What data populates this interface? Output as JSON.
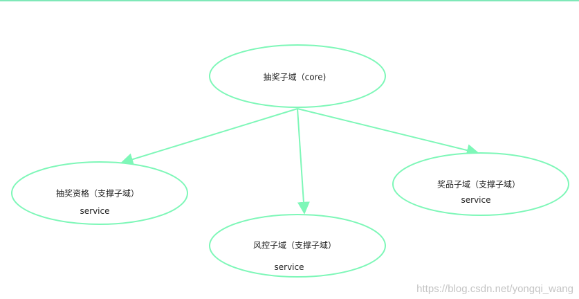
{
  "style": {
    "stroke": "#7ef7b8"
  },
  "nodes": {
    "core": {
      "title": "抽奖子域（core)"
    },
    "qualification": {
      "title": "抽奖资格（支撑子域）",
      "subtitle": "service"
    },
    "risk": {
      "title": "风控子域（支撑子域）",
      "subtitle": "service"
    },
    "prize": {
      "title": "奖品子域（支撑子域）",
      "subtitle": "service"
    }
  },
  "watermark": "https://blog.csdn.net/yongqi_wang"
}
